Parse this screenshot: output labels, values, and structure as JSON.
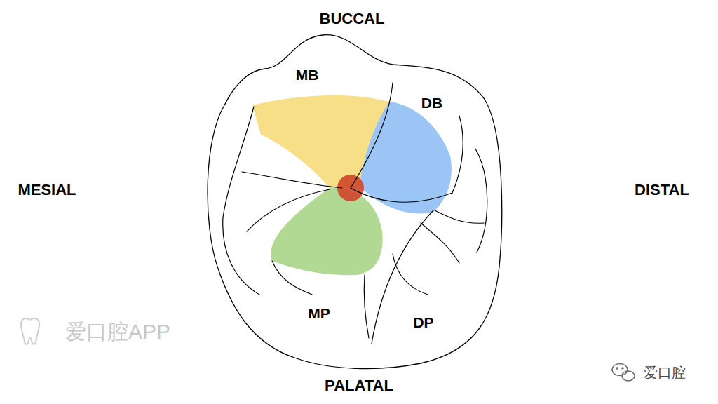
{
  "diagram": {
    "labels": [
      "BUCCAL",
      "MB",
      "DB",
      "MESIAL",
      "DISTAL",
      "MP",
      "DP",
      "PALATAL",
      "爱口腔APP",
      "爱口腔"
    ]
  }
}
